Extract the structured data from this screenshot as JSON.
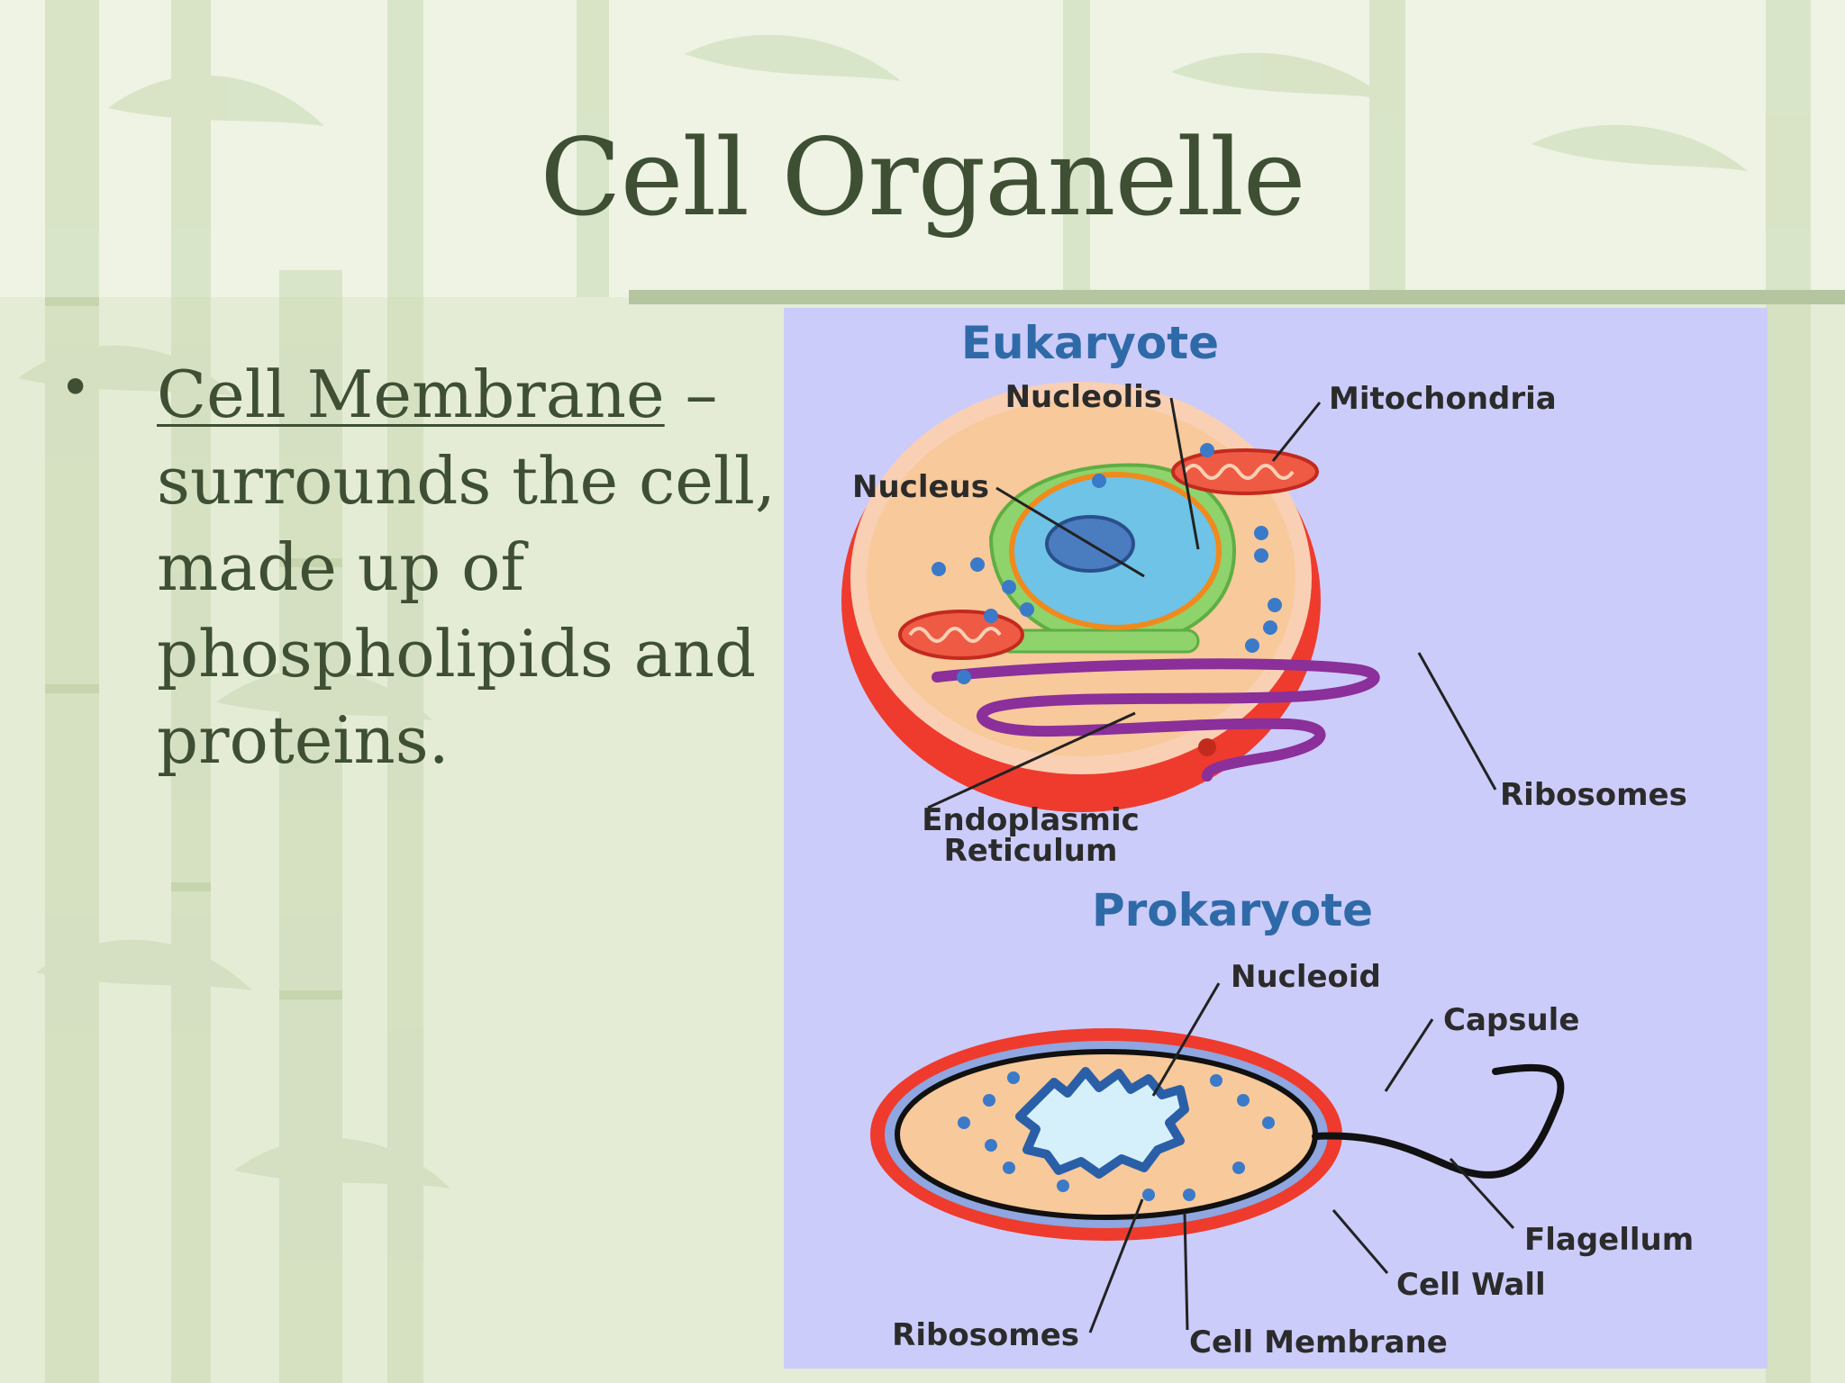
{
  "slide": {
    "title": "Cell Organelle",
    "bullet": {
      "term": "Cell Membrane",
      "dash": " –",
      "description": "surrounds the cell, made up of phospholipids and proteins."
    }
  },
  "diagram": {
    "eukaryote": {
      "heading": "Eukaryote",
      "labels": {
        "nucleolis": "Nucleolis",
        "mitochondria": "Mitochondria",
        "nucleus": "Nucleus",
        "ribosomes": "Ribosomes",
        "er_line1": "Endoplasmic",
        "er_line2": "Reticulum"
      }
    },
    "prokaryote": {
      "heading": "Prokaryote",
      "labels": {
        "nucleoid": "Nucleoid",
        "capsule": "Capsule",
        "flagellum": "Flagellum",
        "cell_wall": "Cell Wall",
        "ribosomes": "Ribosomes",
        "cell_membrane": "Cell Membrane"
      }
    }
  },
  "colors": {
    "background": "#e4ecd6",
    "title_text": "#3e4f34",
    "diagram_panel": "#ccccfa",
    "heading_blue": "#2f6aa8",
    "cell_red": "#ee3b2e",
    "cytoplasm": "#f8c99a",
    "nucleus_blue": "#6ec3e6",
    "golgi_green": "#8fd36c",
    "er_purple": "#8b2f9a"
  }
}
